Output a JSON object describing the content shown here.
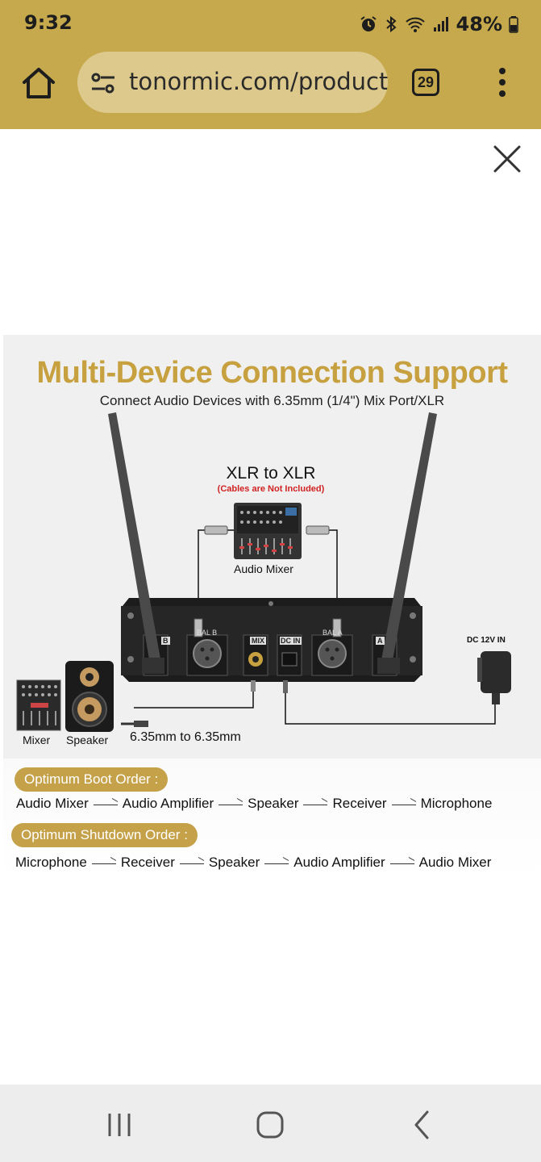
{
  "status_bar": {
    "time": "9:32",
    "battery": "48%"
  },
  "browser": {
    "url": "tonormic.com/products/",
    "tab_count": "29"
  },
  "product_image": {
    "headline": "Multi-Device Connection Support",
    "subline": "Connect Audio Devices with 6.35mm (1/4\") Mix Port/XLR",
    "xlr_title": "XLR to XLR",
    "xlr_note": "(Cables are Not Included)",
    "audio_mixer": "Audio Mixer",
    "port_bal_b": "BAL B",
    "port_mix": "MIX",
    "port_dc_in": "DC IN",
    "port_bal_a": "BAL A",
    "port_b": "B",
    "port_a": "A",
    "dc_label": "DC 12V IN",
    "mixer": "Mixer",
    "speaker": "Speaker",
    "cable_label": "6.35mm to 6.35mm"
  },
  "boot_order": {
    "label": "Optimum Boot Order :",
    "steps": [
      "Audio Mixer",
      "Audio Amplifier",
      "Speaker",
      "Receiver",
      "Microphone"
    ]
  },
  "shutdown_order": {
    "label": "Optimum Shutdown Order :",
    "steps": [
      "Microphone",
      "Receiver",
      "Speaker",
      "Audio Amplifier",
      "Audio Mixer"
    ]
  },
  "colors": {
    "chrome": "#c6a94c",
    "url_pill": "#ddc98c",
    "gold_text": "#c7a13f",
    "pill": "#c5a24a",
    "note_red": "#d12222"
  },
  "icons": [
    "alarm-icon",
    "bluetooth-icon",
    "wifi-icon",
    "signal-icon",
    "battery-icon",
    "home-icon",
    "site-settings-icon",
    "tabs-icon",
    "more-vert-icon",
    "close-icon",
    "recents-icon",
    "nav-home-icon",
    "back-icon"
  ]
}
